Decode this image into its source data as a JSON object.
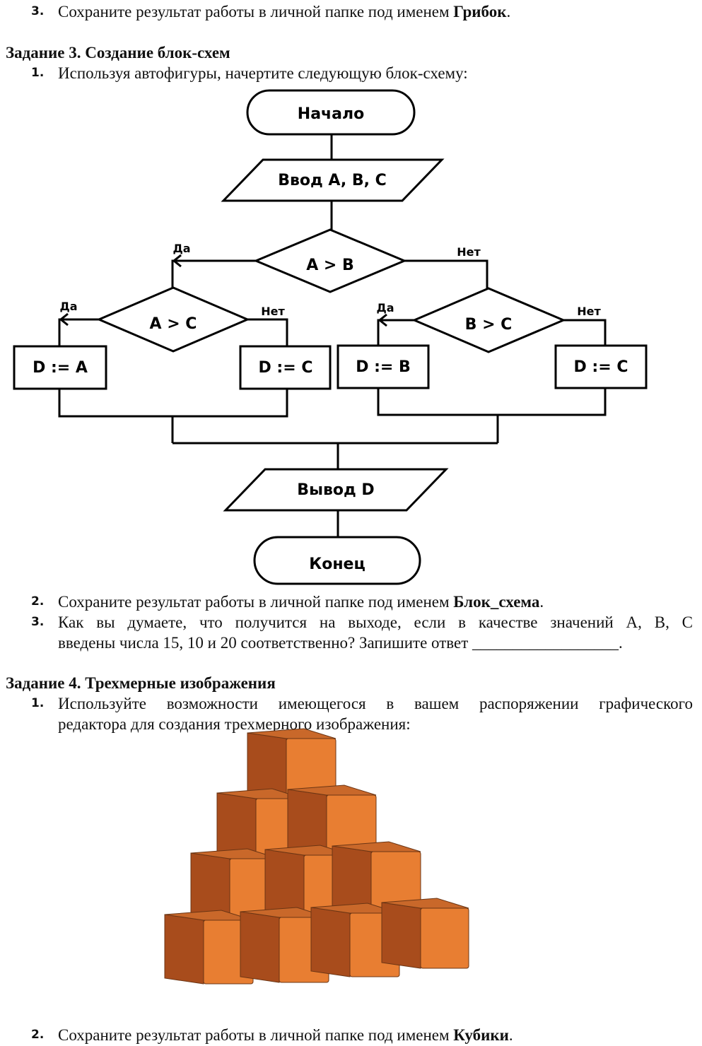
{
  "item3_top": {
    "number": "3.",
    "text": "Сохраните результат работы в личной папке под именем ",
    "bold": "Грибок",
    "tail": "."
  },
  "task3": {
    "heading": "Задание 3. Создание блок-схем",
    "item1": {
      "number": "1.",
      "text": "Используя автофигуры, начертите следующую блок-схему:"
    },
    "flowchart": {
      "start": "Начало",
      "input": "Ввод A, B, C",
      "cond_ab": "A > B",
      "cond_ac": "A > C",
      "cond_bc": "B > C",
      "yes": "Да",
      "no": "Нет",
      "da": "D := A",
      "dc_left": "D := C",
      "db": "D := B",
      "dc_right": "D := C",
      "output": "Вывод D",
      "end": "Конец"
    },
    "item2": {
      "number": "2.",
      "text": "Сохраните результат работы в личной папке под именем ",
      "bold": "Блок_схема",
      "tail": "."
    },
    "item3": {
      "number": "3.",
      "line1": "Как вы думаете, что получится на выходе, если в качестве значений A, B, C",
      "line2": "введены числа 15, 10 и 20 соответственно? Запишите ответ ",
      "blank": "__________________",
      "tail": "."
    }
  },
  "task4": {
    "heading": "Задание 4. Трехмерные изображения",
    "item1": {
      "number": "1.",
      "line1": "Используйте возможности имеющегося в вашем распоряжении графического",
      "line2": "редактора для создания трехмерного изображения:"
    },
    "cubes": {
      "colors": {
        "front": "#e87e32",
        "side": "#a84c1c",
        "top": "#c9682a"
      }
    },
    "item2": {
      "number": "2.",
      "text": "Сохраните результат работы в личной папке под именем ",
      "bold": "Кубики",
      "tail": "."
    }
  }
}
